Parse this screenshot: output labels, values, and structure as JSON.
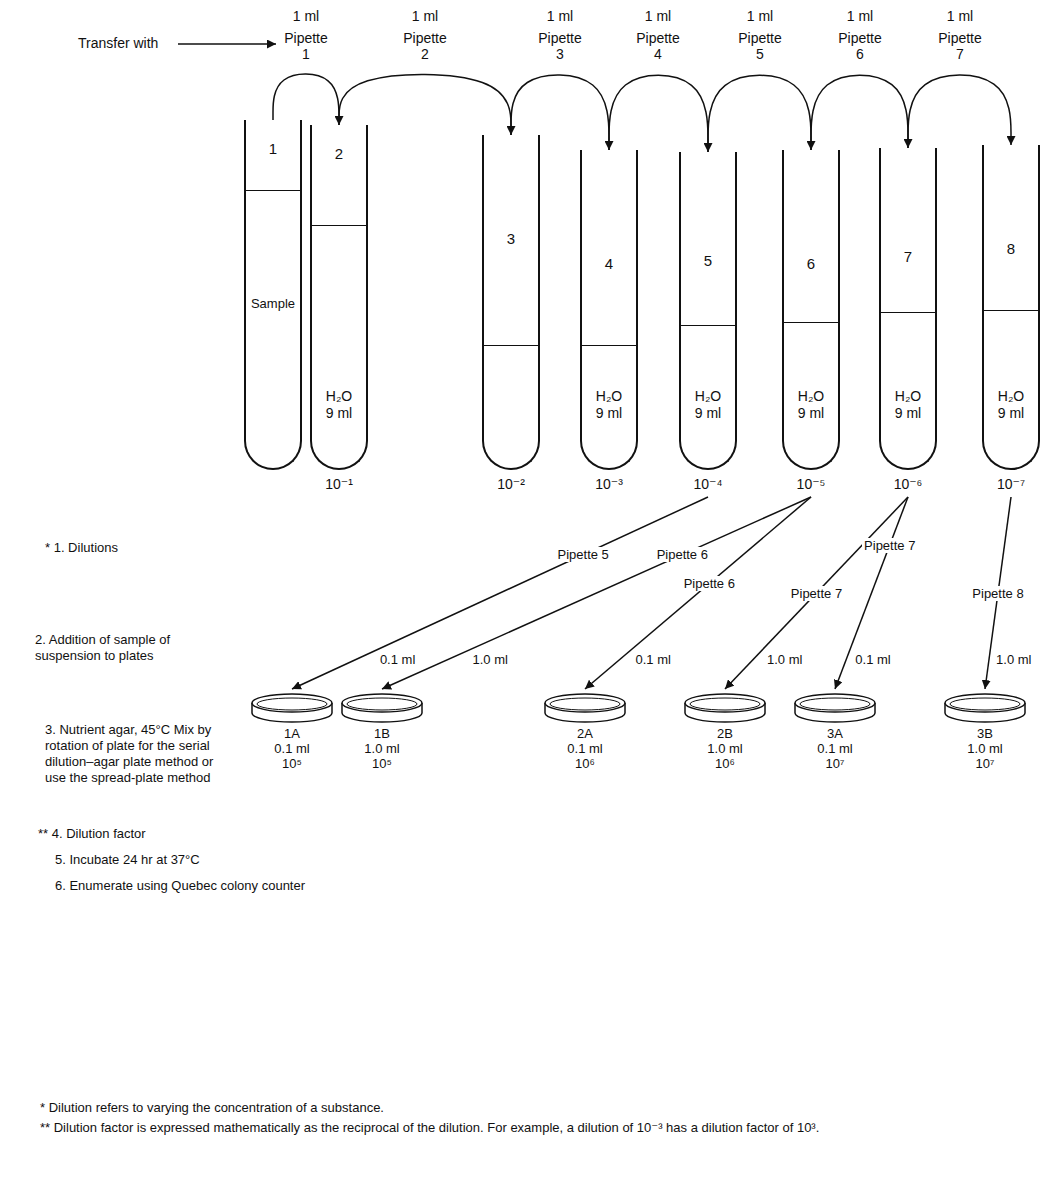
{
  "diagram": {
    "nodes": [
      {
        "text": [
          "1",
          "Sample"
        ]
      },
      {
        "text": [
          "2",
          "H₂O 9 ml",
          "10⁻¹"
        ]
      },
      {
        "text": [
          "3",
          "10⁻²"
        ]
      },
      {
        "text": [
          "4",
          "H₂O 9 ml",
          "10⁻³"
        ]
      },
      {
        "text": [
          "5",
          "H₂O 9 ml",
          "10⁻⁴"
        ]
      },
      {
        "text": [
          "6",
          "H₂O 9 ml",
          "10⁻⁵"
        ]
      },
      {
        "text": [
          "7",
          "H₂O 9 ml",
          "10⁻⁶"
        ]
      },
      {
        "text": [
          "8",
          "H₂O 9 ml",
          "10⁻⁷"
        ]
      },
      {
        "text": [
          "1A",
          "0.1 ml",
          "10⁵"
        ]
      },
      {
        "text": [
          "1B",
          "1.0 ml",
          "10⁵"
        ]
      },
      {
        "text": [
          "2A",
          "0.1 ml",
          "10⁶"
        ]
      },
      {
        "text": [
          "2B",
          "1.0 ml",
          "10⁶"
        ]
      },
      {
        "text": [
          "3A",
          "0.1 ml",
          "10⁷"
        ]
      },
      {
        "text": [
          "3B",
          "1.0 ml",
          "10⁷"
        ]
      }
    ],
    "edges": [
      {
        "from": 0,
        "to": 1,
        "arrow": "to",
        "label": "Pipette 1"
      },
      {
        "from": 1,
        "to": 2,
        "arrow": "to",
        "label": "Pipette 2"
      },
      {
        "from": 2,
        "to": 3,
        "arrow": "to",
        "label": "Pipette 3"
      },
      {
        "from": 3,
        "to": 4,
        "arrow": "to",
        "label": "Pipette 4"
      },
      {
        "from": 4,
        "to": 5,
        "arrow": "to",
        "label": "Pipette 5"
      },
      {
        "from": 5,
        "to": 6,
        "arrow": "to",
        "label": "Pipette 6"
      },
      {
        "from": 6,
        "to": 7,
        "arrow": "to",
        "label": "Pipette 7"
      },
      {
        "from": 4,
        "to": 8,
        "arrow": "to",
        "label": "Pipette 5"
      },
      {
        "from": 5,
        "to": 9,
        "arrow": "to",
        "label": "Pipette 6"
      },
      {
        "from": 5,
        "to": 10,
        "arrow": "to",
        "label": "Pipette 6"
      },
      {
        "from": 6,
        "to": 11,
        "arrow": "to",
        "label": "Pipette 7"
      },
      {
        "from": 6,
        "to": 12,
        "arrow": "to",
        "label": "Pipette 7"
      },
      {
        "from": 7,
        "to": 13,
        "arrow": "to",
        "label": "Pipette 8"
      }
    ],
    "labels": [
      "Transfer with",
      "1 ml",
      "1 ml",
      "1 ml",
      "1 ml",
      "1 ml",
      "1 ml",
      "1 ml",
      "* 1. Dilutions",
      "2. Addition of sample of suspension to plates",
      "3. Nutrient agar, 45°C Mix by rotation of plate for the serial dilution–agar plate method or use the spread-plate method",
      "** 4. Dilution factor",
      "5. Incubate 24 hr at 37°C",
      "6. Enumerate using Quebec colony counter",
      "0.1 ml",
      "1.0 ml",
      "0.1 ml",
      "1.0 ml",
      "0.1 ml",
      "1.0 ml",
      "* Dilution refers to varying the concentration of a substance.",
      "** Dilution factor is expressed mathematically as the reciprocal of the dilution. For example, a dilution of 10⁻³ has a dilution factor of 10³."
    ]
  }
}
